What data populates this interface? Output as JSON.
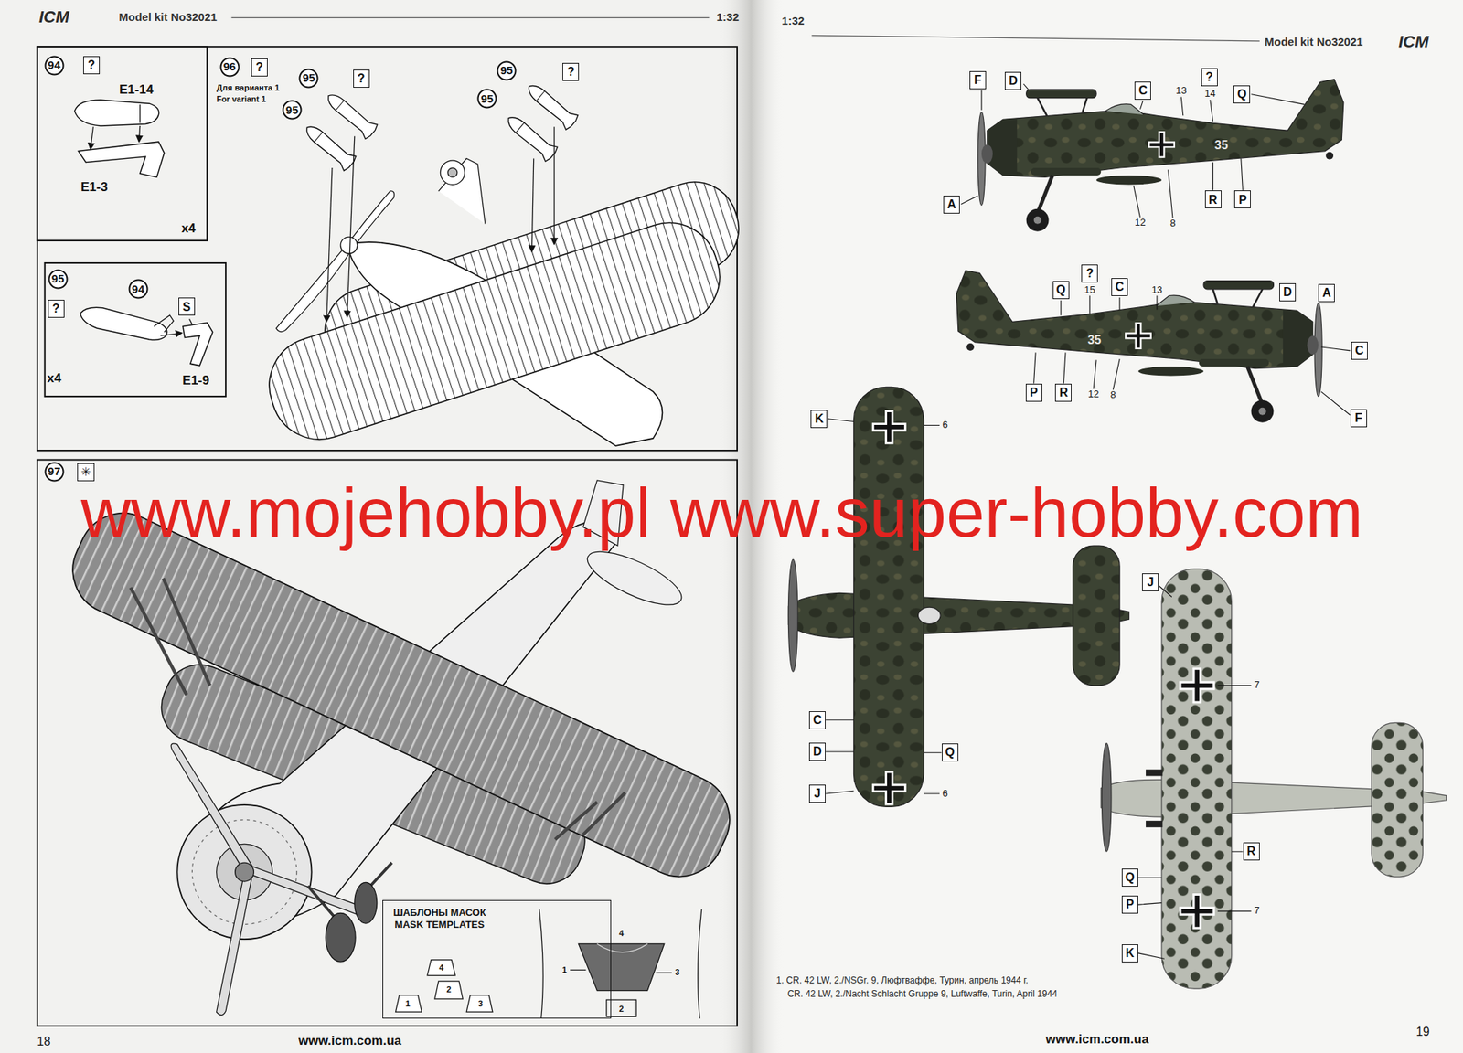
{
  "diagram": {
    "nodes": [
      {
        "text": [
          "94"
        ]
      },
      {
        "text": [
          "?"
        ]
      },
      {
        "text": [
          "96"
        ]
      },
      {
        "text": [
          "?"
        ]
      },
      {
        "text": [
          "95"
        ]
      },
      {
        "text": [
          "?"
        ]
      },
      {
        "text": [
          "95"
        ]
      },
      {
        "text": [
          "95"
        ]
      },
      {
        "text": [
          "?"
        ]
      },
      {
        "text": [
          "95"
        ]
      },
      {
        "text": [
          "95"
        ]
      },
      {
        "text": [
          "?"
        ]
      },
      {
        "text": [
          "94"
        ]
      },
      {
        "text": [
          "S"
        ]
      },
      {
        "text": [
          "97"
        ]
      },
      {
        "text": [
          "✳"
        ]
      },
      {
        "text": [
          "ШАБЛОНЫ МАСОК MASK TEMPLATES"
        ]
      },
      {
        "text": [
          "F"
        ]
      },
      {
        "text": [
          "D"
        ]
      },
      {
        "text": [
          "C"
        ]
      },
      {
        "text": [
          "?"
        ]
      },
      {
        "text": [
          "Q"
        ]
      },
      {
        "text": [
          "A"
        ]
      },
      {
        "text": [
          "R"
        ]
      },
      {
        "text": [
          "P"
        ]
      },
      {
        "text": [
          "?"
        ]
      },
      {
        "text": [
          "Q"
        ]
      },
      {
        "text": [
          "C"
        ]
      },
      {
        "text": [
          "D"
        ]
      },
      {
        "text": [
          "A"
        ]
      },
      {
        "text": [
          "C"
        ]
      },
      {
        "text": [
          "F"
        ]
      },
      {
        "text": [
          "P"
        ]
      },
      {
        "text": [
          "R"
        ]
      },
      {
        "text": [
          "K"
        ]
      },
      {
        "text": [
          "C"
        ]
      },
      {
        "text": [
          "D"
        ]
      },
      {
        "text": [
          "J"
        ]
      },
      {
        "text": [
          "Q"
        ]
      },
      {
        "text": [
          "J"
        ]
      },
      {
        "text": [
          "R"
        ]
      },
      {
        "text": [
          "Q"
        ]
      },
      {
        "text": [
          "P"
        ]
      },
      {
        "text": [
          "K"
        ]
      }
    ],
    "labels": [
      "ICM",
      "Model kit No32021",
      "1:32",
      "1:32",
      "Model kit No32021",
      "ICM",
      "E1-14",
      "E1-3",
      "x4",
      "Для варианта 1",
      "For variant 1",
      "x4",
      "E1-9",
      "www.mojehobby.pl www.super-hobby.com",
      "4",
      "2",
      "1",
      "3",
      "4",
      "1",
      "3",
      "2",
      "13",
      "14",
      "35",
      "12",
      "8",
      "15",
      "13",
      "35",
      "12",
      "8",
      "6",
      "6",
      "7",
      "7",
      "1. CR. 42 LW, 2./NSGr. 9, Люфтваффе, Турин, апрель 1944 г.",
      "CR. 42 LW, 2./Nacht Schlacht Gruppe 9, Luftwaffe, Turin, April 1944",
      "18",
      "www.icm.com.ua",
      "www.icm.com.ua",
      "19"
    ]
  }
}
